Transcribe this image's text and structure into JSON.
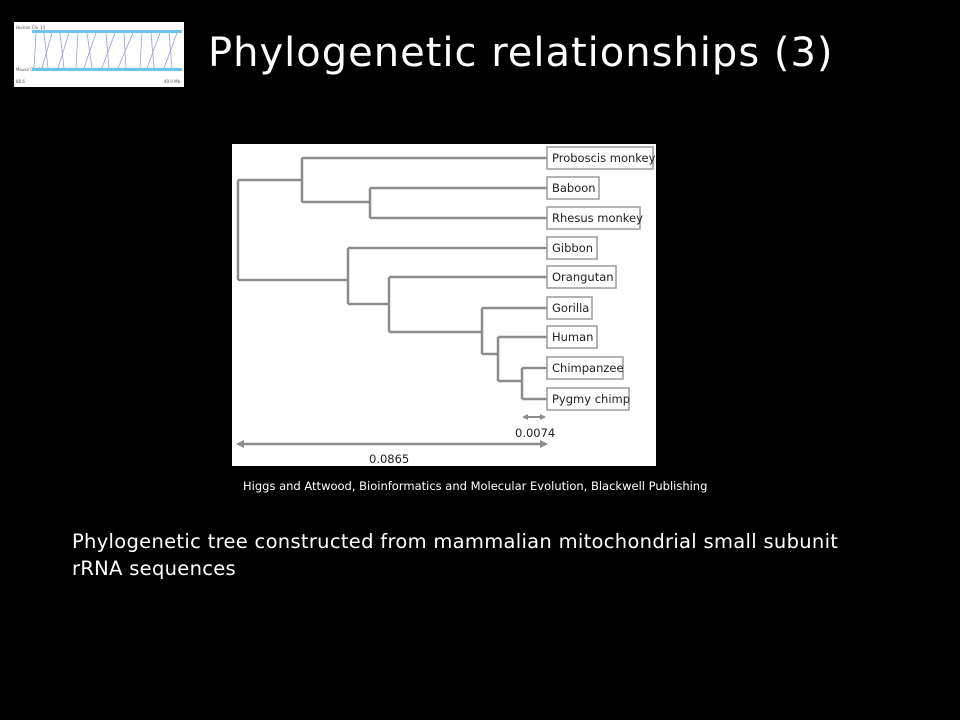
{
  "slide": {
    "title": "Phylogenetic relationships (3)",
    "citation": "Higgs and Attwood, Bioinformatics and Molecular Evolution, Blackwell Publishing",
    "caption": "Phylogenetic tree constructed from mammalian mitochondrial small subunit rRNA sequences"
  },
  "thumbnail": {
    "track_labels": [
      "Human Chr 14",
      "Mouse Chr 12"
    ],
    "scale_labels": [
      "88.6",
      "40.0 Mb"
    ],
    "colors": {
      "track": "#6fc3e6",
      "link": "#9aa0d6"
    }
  },
  "tree": {
    "taxa": [
      "Proboscis monkey",
      "Baboon",
      "Rhesus monkey",
      "Gibbon",
      "Orangutan",
      "Gorilla",
      "Human",
      "Chimpanzee",
      "Pygmy chimp"
    ],
    "scale_bars": [
      "0.0074",
      "0.0865"
    ],
    "colors": {
      "branch": "#8c8c8c",
      "label_border": "#9a9a9a",
      "text": "#222222"
    }
  }
}
